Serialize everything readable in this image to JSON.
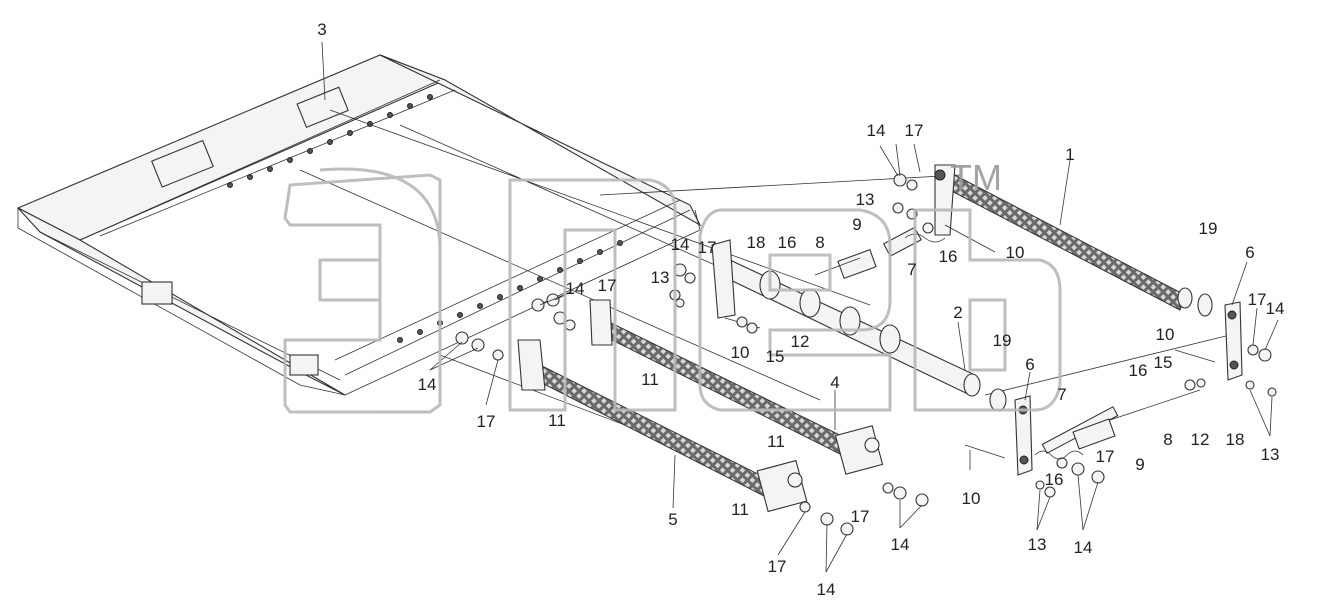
{
  "diagram": {
    "labels": [
      "1",
      "2",
      "3",
      "4",
      "5",
      "6",
      "7",
      "8",
      "9",
      "10",
      "11",
      "12",
      "13",
      "14",
      "15",
      "16",
      "17",
      "18",
      "19"
    ]
  },
  "watermark": {
    "mark": "TM"
  }
}
